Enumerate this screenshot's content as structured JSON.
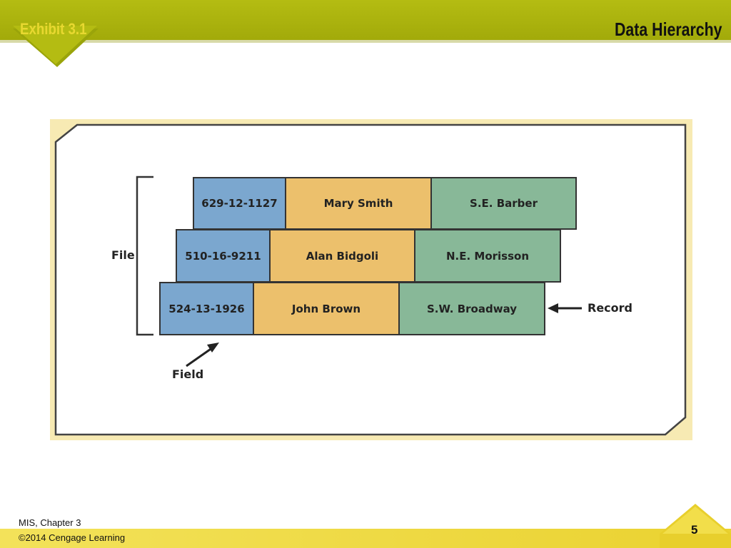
{
  "header": {
    "exhibit": "Exhibit 3.1",
    "title": "Data Hierarchy",
    "bar_color": "#a8b010"
  },
  "diagram": {
    "records": [
      [
        "629-12-1127",
        "Mary Smith",
        "S.E. Barber"
      ],
      [
        "510-16-9211",
        "Alan Bidgoli",
        "N.E. Morisson"
      ],
      [
        "524-13-1926",
        "John Brown",
        "S.W. Broadway"
      ]
    ],
    "labels": {
      "file": "File",
      "record": "Record",
      "field": "Field"
    },
    "colors": {
      "id_field": "#7ba7cf",
      "name_field": "#ecc06c",
      "address_field": "#88b898",
      "background": "#f7eab3"
    }
  },
  "footer": {
    "line1": "MIS, Chapter 3",
    "line2": "©2014 Cengage Learning",
    "page": "5"
  }
}
